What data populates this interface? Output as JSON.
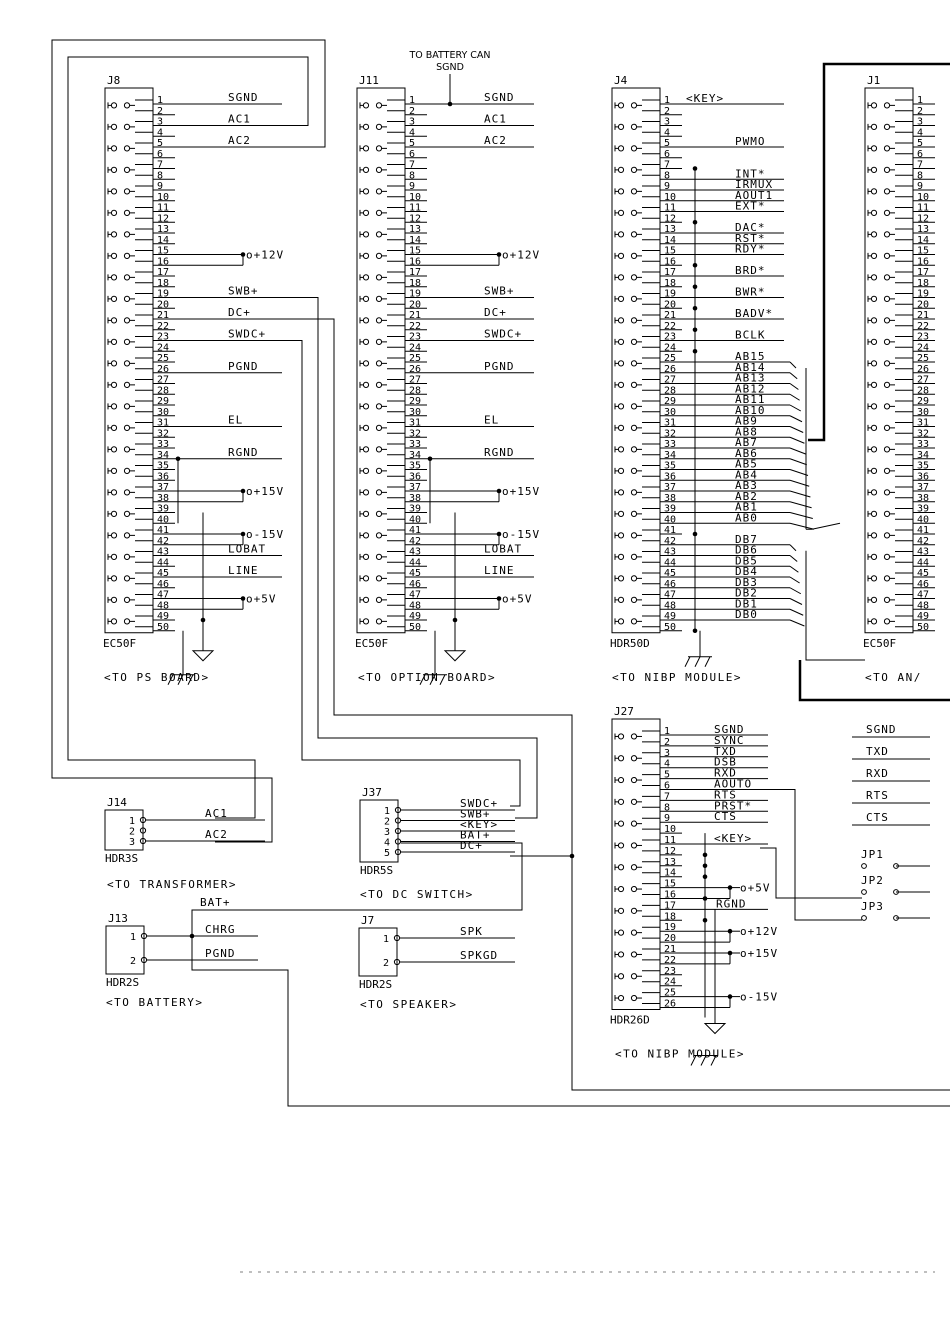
{
  "top_note": {
    "line1": "TO BATTERY CAN",
    "line2": "SGND"
  },
  "connectors": {
    "j8": {
      "ref": "J8",
      "type": "EC50F",
      "caption": "<TO PS BOARD>",
      "signals": [
        {
          "pin": 1,
          "name": "SGND"
        },
        {
          "pin": 3,
          "name": "AC1"
        },
        {
          "pin": 5,
          "name": "AC2"
        },
        {
          "pin": 15,
          "name": "o+12V"
        },
        {
          "pin": 19,
          "name": "SWB+"
        },
        {
          "pin": 21,
          "name": "DC+"
        },
        {
          "pin": 23,
          "name": "SWDC+"
        },
        {
          "pin": 26,
          "name": "PGND"
        },
        {
          "pin": 31,
          "name": "EL"
        },
        {
          "pin": 34,
          "name": "RGND"
        },
        {
          "pin": 37,
          "name": "o+15V"
        },
        {
          "pin": 41,
          "name": "o-15V"
        },
        {
          "pin": 43,
          "name": "LOBAT"
        },
        {
          "pin": 45,
          "name": "LINE"
        },
        {
          "pin": 47,
          "name": "o+5V"
        }
      ]
    },
    "j11": {
      "ref": "J11",
      "type": "EC50F",
      "caption": "<TO OPTION BOARD>",
      "signals": [
        {
          "pin": 1,
          "name": "SGND"
        },
        {
          "pin": 3,
          "name": "AC1"
        },
        {
          "pin": 5,
          "name": "AC2"
        },
        {
          "pin": 15,
          "name": "o+12V"
        },
        {
          "pin": 19,
          "name": "SWB+"
        },
        {
          "pin": 21,
          "name": "DC+"
        },
        {
          "pin": 23,
          "name": "SWDC+"
        },
        {
          "pin": 26,
          "name": "PGND"
        },
        {
          "pin": 31,
          "name": "EL"
        },
        {
          "pin": 34,
          "name": "RGND"
        },
        {
          "pin": 37,
          "name": "o+15V"
        },
        {
          "pin": 41,
          "name": "o-15V"
        },
        {
          "pin": 43,
          "name": "LOBAT"
        },
        {
          "pin": 45,
          "name": "LINE"
        },
        {
          "pin": 47,
          "name": "o+5V"
        }
      ]
    },
    "j4": {
      "ref": "J4",
      "type": "HDR50D",
      "caption": "<TO NIBP MODULE>",
      "signals": [
        {
          "pin": 1,
          "name": "<KEY>"
        },
        {
          "pin": 5,
          "name": "PWMO"
        },
        {
          "pin": 8,
          "name": "INT*"
        },
        {
          "pin": 9,
          "name": "IRMUX"
        },
        {
          "pin": 10,
          "name": "AOUT1"
        },
        {
          "pin": 11,
          "name": "EXT*"
        },
        {
          "pin": 13,
          "name": "DAC*"
        },
        {
          "pin": 14,
          "name": "RST*"
        },
        {
          "pin": 15,
          "name": "RDY*"
        },
        {
          "pin": 17,
          "name": "BRD*"
        },
        {
          "pin": 19,
          "name": "BWR*"
        },
        {
          "pin": 21,
          "name": "BADV*"
        },
        {
          "pin": 23,
          "name": "BCLK"
        },
        {
          "pin": 25,
          "name": "AB15"
        },
        {
          "pin": 26,
          "name": "AB14"
        },
        {
          "pin": 27,
          "name": "AB13"
        },
        {
          "pin": 28,
          "name": "AB12"
        },
        {
          "pin": 29,
          "name": "AB11"
        },
        {
          "pin": 30,
          "name": "AB10"
        },
        {
          "pin": 31,
          "name": "AB9"
        },
        {
          "pin": 32,
          "name": "AB8"
        },
        {
          "pin": 33,
          "name": "AB7"
        },
        {
          "pin": 34,
          "name": "AB6"
        },
        {
          "pin": 35,
          "name": "AB5"
        },
        {
          "pin": 36,
          "name": "AB4"
        },
        {
          "pin": 37,
          "name": "AB3"
        },
        {
          "pin": 38,
          "name": "AB2"
        },
        {
          "pin": 39,
          "name": "AB1"
        },
        {
          "pin": 40,
          "name": "AB0"
        },
        {
          "pin": 42,
          "name": "DB7"
        },
        {
          "pin": 43,
          "name": "DB6"
        },
        {
          "pin": 44,
          "name": "DB5"
        },
        {
          "pin": 45,
          "name": "DB4"
        },
        {
          "pin": 46,
          "name": "DB3"
        },
        {
          "pin": 47,
          "name": "DB2"
        },
        {
          "pin": 48,
          "name": "DB1"
        },
        {
          "pin": 49,
          "name": "DB0"
        }
      ]
    },
    "j1": {
      "ref": "J1",
      "type": "EC50F",
      "caption": "<TO AN/"
    },
    "j27": {
      "ref": "J27",
      "type": "HDR26D",
      "caption": "<TO NIBP MODULE>",
      "signals": [
        {
          "pin": 1,
          "name": "SGND"
        },
        {
          "pin": 2,
          "name": "SYNC"
        },
        {
          "pin": 3,
          "name": "TXD"
        },
        {
          "pin": 4,
          "name": "DSB"
        },
        {
          "pin": 5,
          "name": "RXD"
        },
        {
          "pin": 6,
          "name": "AOUTO"
        },
        {
          "pin": 7,
          "name": "RTS"
        },
        {
          "pin": 8,
          "name": "PRST*"
        },
        {
          "pin": 9,
          "name": "CTS"
        },
        {
          "pin": 11,
          "name": "<KEY>"
        },
        {
          "pin": 15,
          "name": "o+5V"
        },
        {
          "pin": 17,
          "name": "RGND"
        },
        {
          "pin": 19,
          "name": "o+12V"
        },
        {
          "pin": 21,
          "name": "o+15V"
        },
        {
          "pin": 25,
          "name": "o-15V"
        }
      ],
      "right_labels": [
        "SGND",
        "TXD",
        "RXD",
        "RTS",
        "CTS"
      ],
      "jumpers": [
        "JP1",
        "JP2",
        "JP3"
      ]
    },
    "j14": {
      "ref": "J14",
      "type": "HDR3S",
      "caption": "<TO TRANSFORMER>",
      "pins": [
        "1",
        "2",
        "3"
      ],
      "signals": [
        {
          "pin": 1,
          "name": "AC1"
        },
        {
          "pin": 3,
          "name": "AC2"
        }
      ]
    },
    "j37": {
      "ref": "J37",
      "type": "HDR5S",
      "caption": "<TO DC SWITCH>",
      "pins": [
        "1",
        "2",
        "3",
        "4",
        "5"
      ],
      "signals": [
        {
          "pin": 1,
          "name": "SWDC+"
        },
        {
          "pin": 2,
          "name": "SWB+"
        },
        {
          "pin": 3,
          "name": "<KEY>"
        },
        {
          "pin": 4,
          "name": "BAT+"
        },
        {
          "pin": 5,
          "name": "DC+"
        }
      ]
    },
    "j13": {
      "ref": "J13",
      "type": "HDR2S",
      "caption": "<TO BATTERY>",
      "pins": [
        "1",
        "2"
      ],
      "signals": [
        {
          "pin": 1,
          "name": "CHRG"
        },
        {
          "pin": 2,
          "name": "PGND"
        }
      ],
      "net_label": "BAT+"
    },
    "j7": {
      "ref": "J7",
      "type": "HDR2S",
      "caption": "<TO SPEAKER>",
      "pins": [
        "1",
        "2"
      ],
      "signals": [
        {
          "pin": 1,
          "name": "SPK"
        },
        {
          "pin": 2,
          "name": "SPKGD"
        }
      ]
    }
  }
}
